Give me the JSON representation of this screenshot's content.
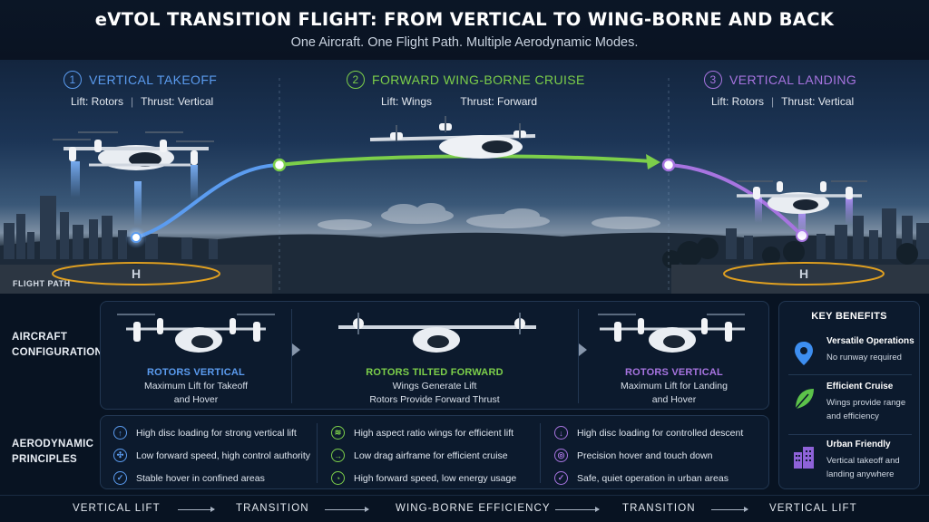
{
  "header": {
    "title": "eVTOL TRANSITION FLIGHT: FROM VERTICAL TO WING-BORNE AND BACK",
    "subtitle": "One Aircraft. One Flight Path. Multiple Aerodynamic Modes."
  },
  "phases": [
    {
      "num": "1",
      "name": "VERTICAL TAKEOFF",
      "lift": "Lift: Rotors",
      "thrust": "Thrust: Vertical",
      "color": "#5b9cf0"
    },
    {
      "num": "2",
      "name": "FORWARD WING-BORNE CRUISE",
      "lift": "Lift: Wings",
      "thrust": "Thrust: Forward",
      "color": "#7ccf4a"
    },
    {
      "num": "3",
      "name": "VERTICAL LANDING",
      "lift": "Lift: Rotors",
      "thrust": "Thrust: Vertical",
      "color": "#a774e0"
    }
  ],
  "flight_path_label": "FLIGHT PATH",
  "helipad_mark": "H",
  "config": {
    "label_line1": "AIRCRAFT",
    "label_line2": "CONFIGURATION",
    "columns": [
      {
        "title": "ROTORS VERTICAL",
        "line1": "Maximum Lift for Takeoff",
        "line2": "and Hover",
        "color": "#5b9cf0"
      },
      {
        "title": "ROTORS TILTED FORWARD",
        "line1": "Wings Generate Lift",
        "line2": "Rotors Provide Forward Thrust",
        "color": "#7ccf4a"
      },
      {
        "title": "ROTORS VERTICAL",
        "line1": "Maximum Lift for Landing",
        "line2": "and Hover",
        "color": "#a774e0"
      }
    ]
  },
  "aero": {
    "label_line1": "AERODYNAMIC",
    "label_line2": "PRINCIPLES",
    "columns": [
      {
        "color": "#5b9cf0",
        "items": [
          {
            "icon": "arrow-up-icon",
            "glyph": "↑",
            "text": "High disc loading for strong vertical lift"
          },
          {
            "icon": "rotor-icon",
            "glyph": "✣",
            "text": "Low forward speed, high control authority"
          },
          {
            "icon": "shield-icon",
            "glyph": "✓",
            "text": "Stable hover in confined areas"
          }
        ]
      },
      {
        "color": "#7ccf4a",
        "items": [
          {
            "icon": "wing-icon",
            "glyph": "≋",
            "text": "High aspect ratio wings for efficient lift"
          },
          {
            "icon": "arrow-right-icon",
            "glyph": "→",
            "text": "Low drag airframe for efficient cruise"
          },
          {
            "icon": "gauge-icon",
            "glyph": "◔",
            "text": "High forward speed, low energy usage"
          }
        ]
      },
      {
        "color": "#a774e0",
        "items": [
          {
            "icon": "arrow-down-icon",
            "glyph": "↓",
            "text": "High disc loading for controlled descent"
          },
          {
            "icon": "target-icon",
            "glyph": "◎",
            "text": "Precision hover and touch down"
          },
          {
            "icon": "shield-icon",
            "glyph": "✓",
            "text": "Safe, quiet operation in urban areas"
          }
        ]
      }
    ]
  },
  "benefits": {
    "title": "KEY BENEFITS",
    "items": [
      {
        "title": "Versatile Operations",
        "line1": "No runway required",
        "line2": "",
        "icon": "location-pin-icon",
        "color": "#3d8ef0"
      },
      {
        "title": "Efficient Cruise",
        "line1": "Wings provide range",
        "line2": "and efficiency",
        "icon": "leaf-icon",
        "color": "#5cc24a"
      },
      {
        "title": "Urban Friendly",
        "line1": "Vertical takeoff and",
        "line2": "landing anywhere",
        "icon": "buildings-icon",
        "color": "#8e62d8"
      }
    ]
  },
  "flow": [
    "VERTICAL LIFT",
    "TRANSITION",
    "WING-BORNE EFFICIENCY",
    "TRANSITION",
    "VERTICAL LIFT"
  ]
}
